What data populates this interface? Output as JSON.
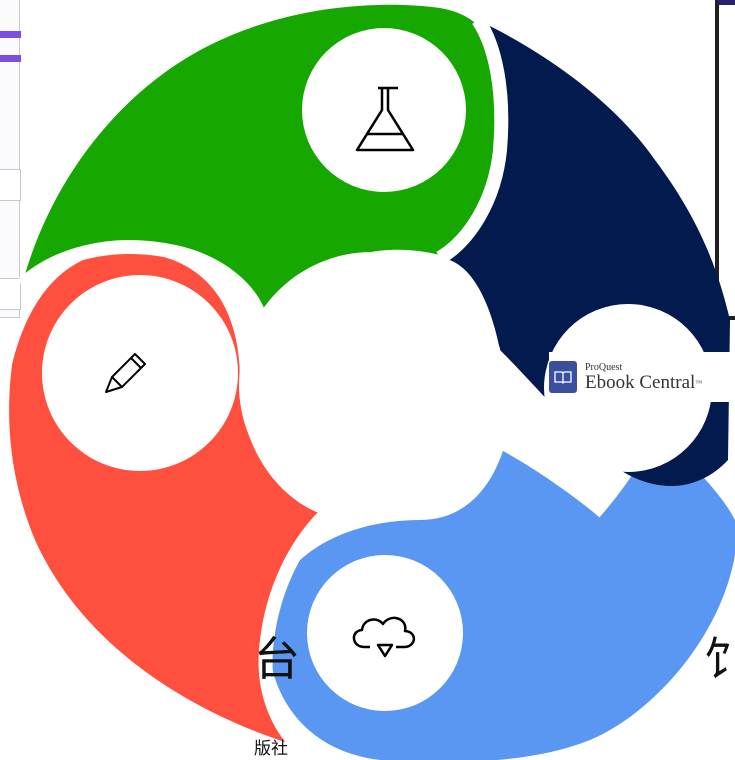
{
  "colors": {
    "green": "#16a800",
    "navy": "#031a4f",
    "red": "#ff4f3e",
    "blue": "#5a97f2",
    "logo_blue": "#3a4f9e"
  },
  "segments": [
    {
      "id": "green",
      "color": "#16a800",
      "icon": "flask-icon"
    },
    {
      "id": "navy",
      "color": "#031a4f",
      "icon": "proquest-ebook-central-logo"
    },
    {
      "id": "blue",
      "color": "#5a97f2",
      "icon": "cloud-download-icon"
    },
    {
      "id": "red",
      "color": "#ff4f3e",
      "icon": "pencil-icon"
    }
  ],
  "logo": {
    "brand": "ProQuest",
    "product": "Ebook Central",
    "tm": "™"
  },
  "bottom_text": {
    "left_char": "台",
    "right_char": "饣",
    "small": "版社"
  }
}
